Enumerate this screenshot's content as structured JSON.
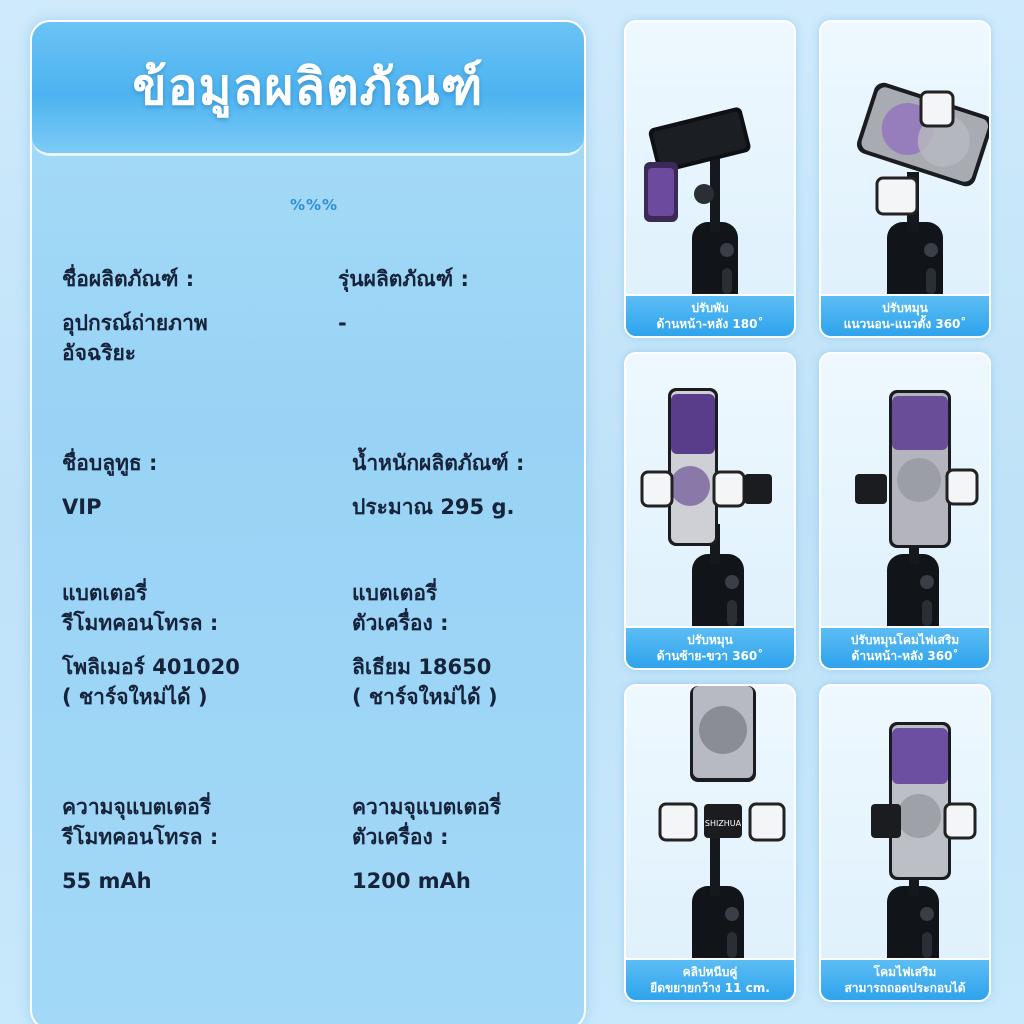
{
  "title": "ข้อมูลผลิตภัณฑ์",
  "decoration": "%%%",
  "specs": {
    "product_name": {
      "label": "ชื่อผลิตภัณฑ์ :",
      "value": "อุปกรณ์ถ่ายภาพ\nอัจฉริยะ"
    },
    "model": {
      "label": "รุ่นผลิตภัณฑ์ :",
      "value": "-"
    },
    "bluetooth_name": {
      "label": "ชื่อบลูทูธ :",
      "value": "VIP"
    },
    "weight": {
      "label": "น้ำหนักผลิตภัณฑ์ :",
      "value": "ประมาณ 295 g."
    },
    "remote_battery": {
      "label": "แบตเตอรี่\nรีโมทคอนโทรล :",
      "value": "โพลิเมอร์ 401020\n( ชาร์จใหม่ได้ )"
    },
    "device_battery": {
      "label": "แบตเตอรี่\nตัวเครื่อง :",
      "value": "ลิเธียม 18650\n( ชาร์จใหม่ได้ )"
    },
    "remote_capacity": {
      "label": "ความจุแบตเตอรี่\nรีโมทคอนโทรล :",
      "value": "55 mAh"
    },
    "device_capacity": {
      "label": "ความจุแบตเตอรี่\nตัวเครื่อง :",
      "value": "1200 mAh"
    }
  },
  "features": [
    {
      "line1": "ปรับพับ",
      "line2": "ด้านหน้า-หลัง 180˚"
    },
    {
      "line1": "ปรับหมุน",
      "line2": "แนวนอน-แนวตั้ง 360˚"
    },
    {
      "line1": "ปรับหมุน",
      "line2": "ด้านซ้าย-ขวา 360˚"
    },
    {
      "line1": "ปรับหมุนโคมไฟเสริม",
      "line2": "ด้านหน้า-หลัง 360˚"
    },
    {
      "line1": "คลิปหนีบคู่",
      "line2": "ยืดขยายกว้าง 11 cm."
    },
    {
      "line1": "โคมไฟเสริม",
      "line2": "สามารถถอดประกอบได้"
    }
  ],
  "brand_mark": "SHIZHUA",
  "colors": {
    "accent": "#2ea3ec",
    "title_bg": "#4db3f0",
    "text": "#16233a"
  }
}
